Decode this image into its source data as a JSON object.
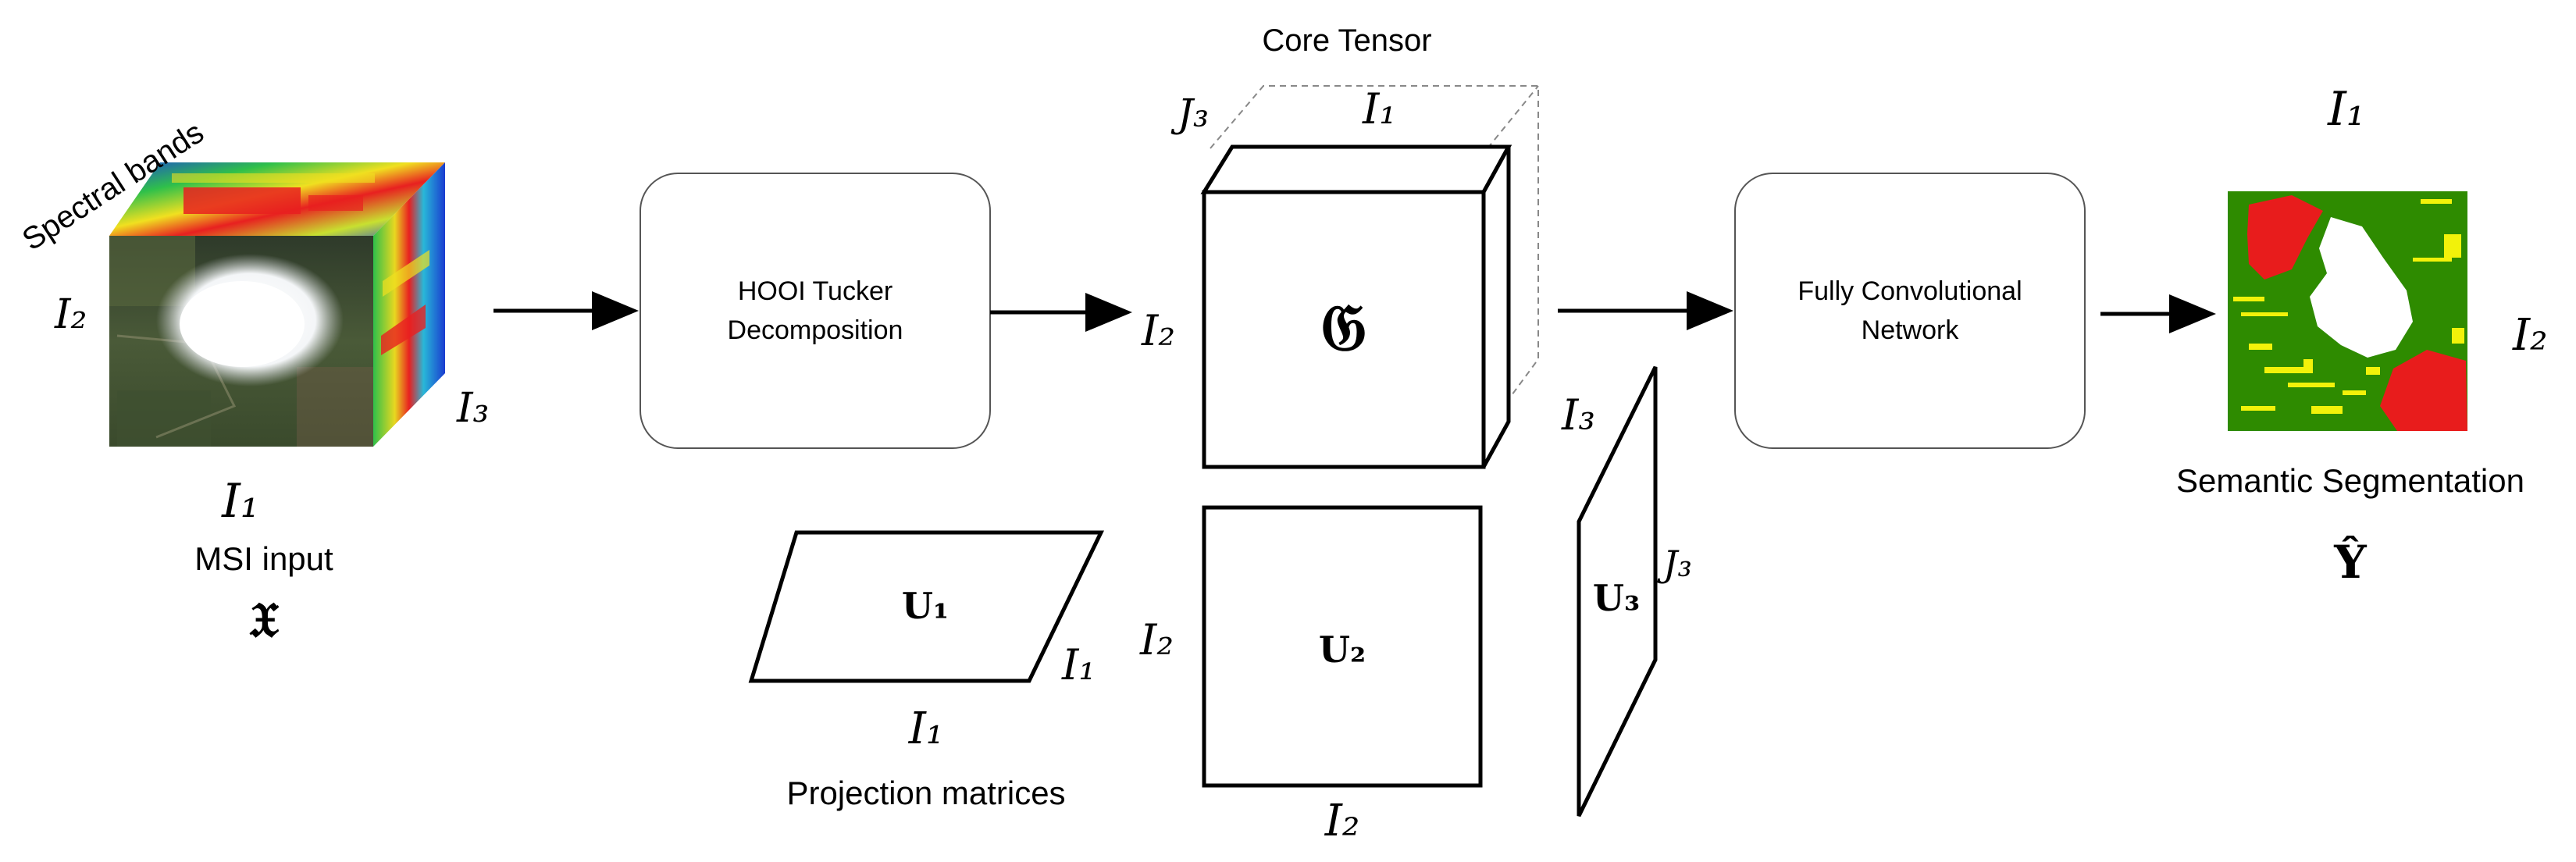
{
  "input": {
    "bands_label": "Spectral bands",
    "caption": "MSI input",
    "symbol": "𝔛",
    "dim_h": "I₂",
    "dim_w": "I₁",
    "dim_d": "I₃"
  },
  "hooi_box": {
    "line1": "HOOI Tucker",
    "line2": "Decomposition"
  },
  "core": {
    "title": "Core Tensor",
    "symbol": "𝔊",
    "dim_top": "I₁",
    "dim_left": "I₂",
    "dim_depth": "J₃"
  },
  "projection": {
    "caption": "Projection matrices",
    "u1": {
      "label": "U₁",
      "dim_bottom": "I₁",
      "dim_right": "I₁"
    },
    "u2": {
      "label": "U₂",
      "dim_bottom": "I₂",
      "dim_left": "I₂"
    },
    "u3": {
      "label": "U₃",
      "dim_top": "I₃",
      "dim_right": "J₃"
    }
  },
  "fcn_box": {
    "line1": "Fully Convolutional",
    "line2": "Network"
  },
  "output": {
    "caption": "Semantic Segmentation",
    "symbol": "Ŷ",
    "dim_top": "I₁",
    "dim_right": "I₂"
  },
  "colors": {
    "seg_green": "#2e8b00",
    "seg_red": "#e81c1c",
    "seg_yellow": "#f2f20a",
    "seg_white": "#ffffff",
    "box_stroke": "#555555"
  }
}
